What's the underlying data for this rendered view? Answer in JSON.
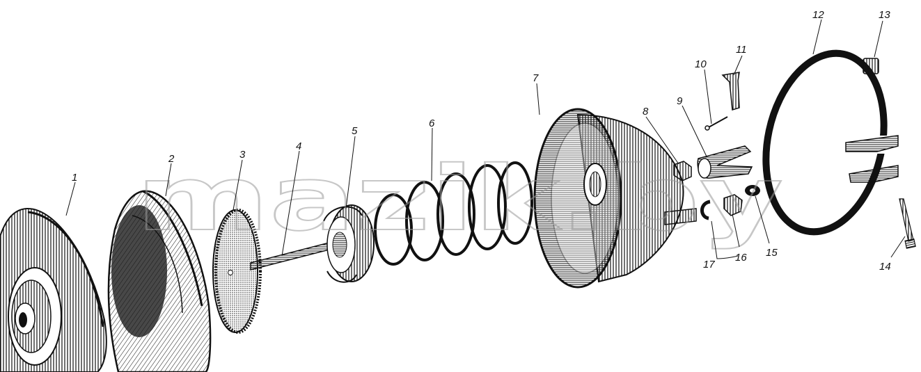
{
  "watermark": "mazik.by",
  "callouts": [
    {
      "id": "1",
      "text": "1"
    },
    {
      "id": "2",
      "text": "2"
    },
    {
      "id": "3",
      "text": "3"
    },
    {
      "id": "4",
      "text": "4"
    },
    {
      "id": "5",
      "text": "5"
    },
    {
      "id": "6",
      "text": "6"
    },
    {
      "id": "7",
      "text": "7"
    },
    {
      "id": "8",
      "text": "8"
    },
    {
      "id": "9",
      "text": "9"
    },
    {
      "id": "10",
      "text": "10"
    },
    {
      "id": "11",
      "text": "11"
    },
    {
      "id": "12",
      "text": "12"
    },
    {
      "id": "13",
      "text": "13"
    },
    {
      "id": "14",
      "text": "14"
    },
    {
      "id": "15",
      "text": "15"
    },
    {
      "id": "16",
      "text": "16"
    },
    {
      "id": "17",
      "text": "17"
    }
  ]
}
